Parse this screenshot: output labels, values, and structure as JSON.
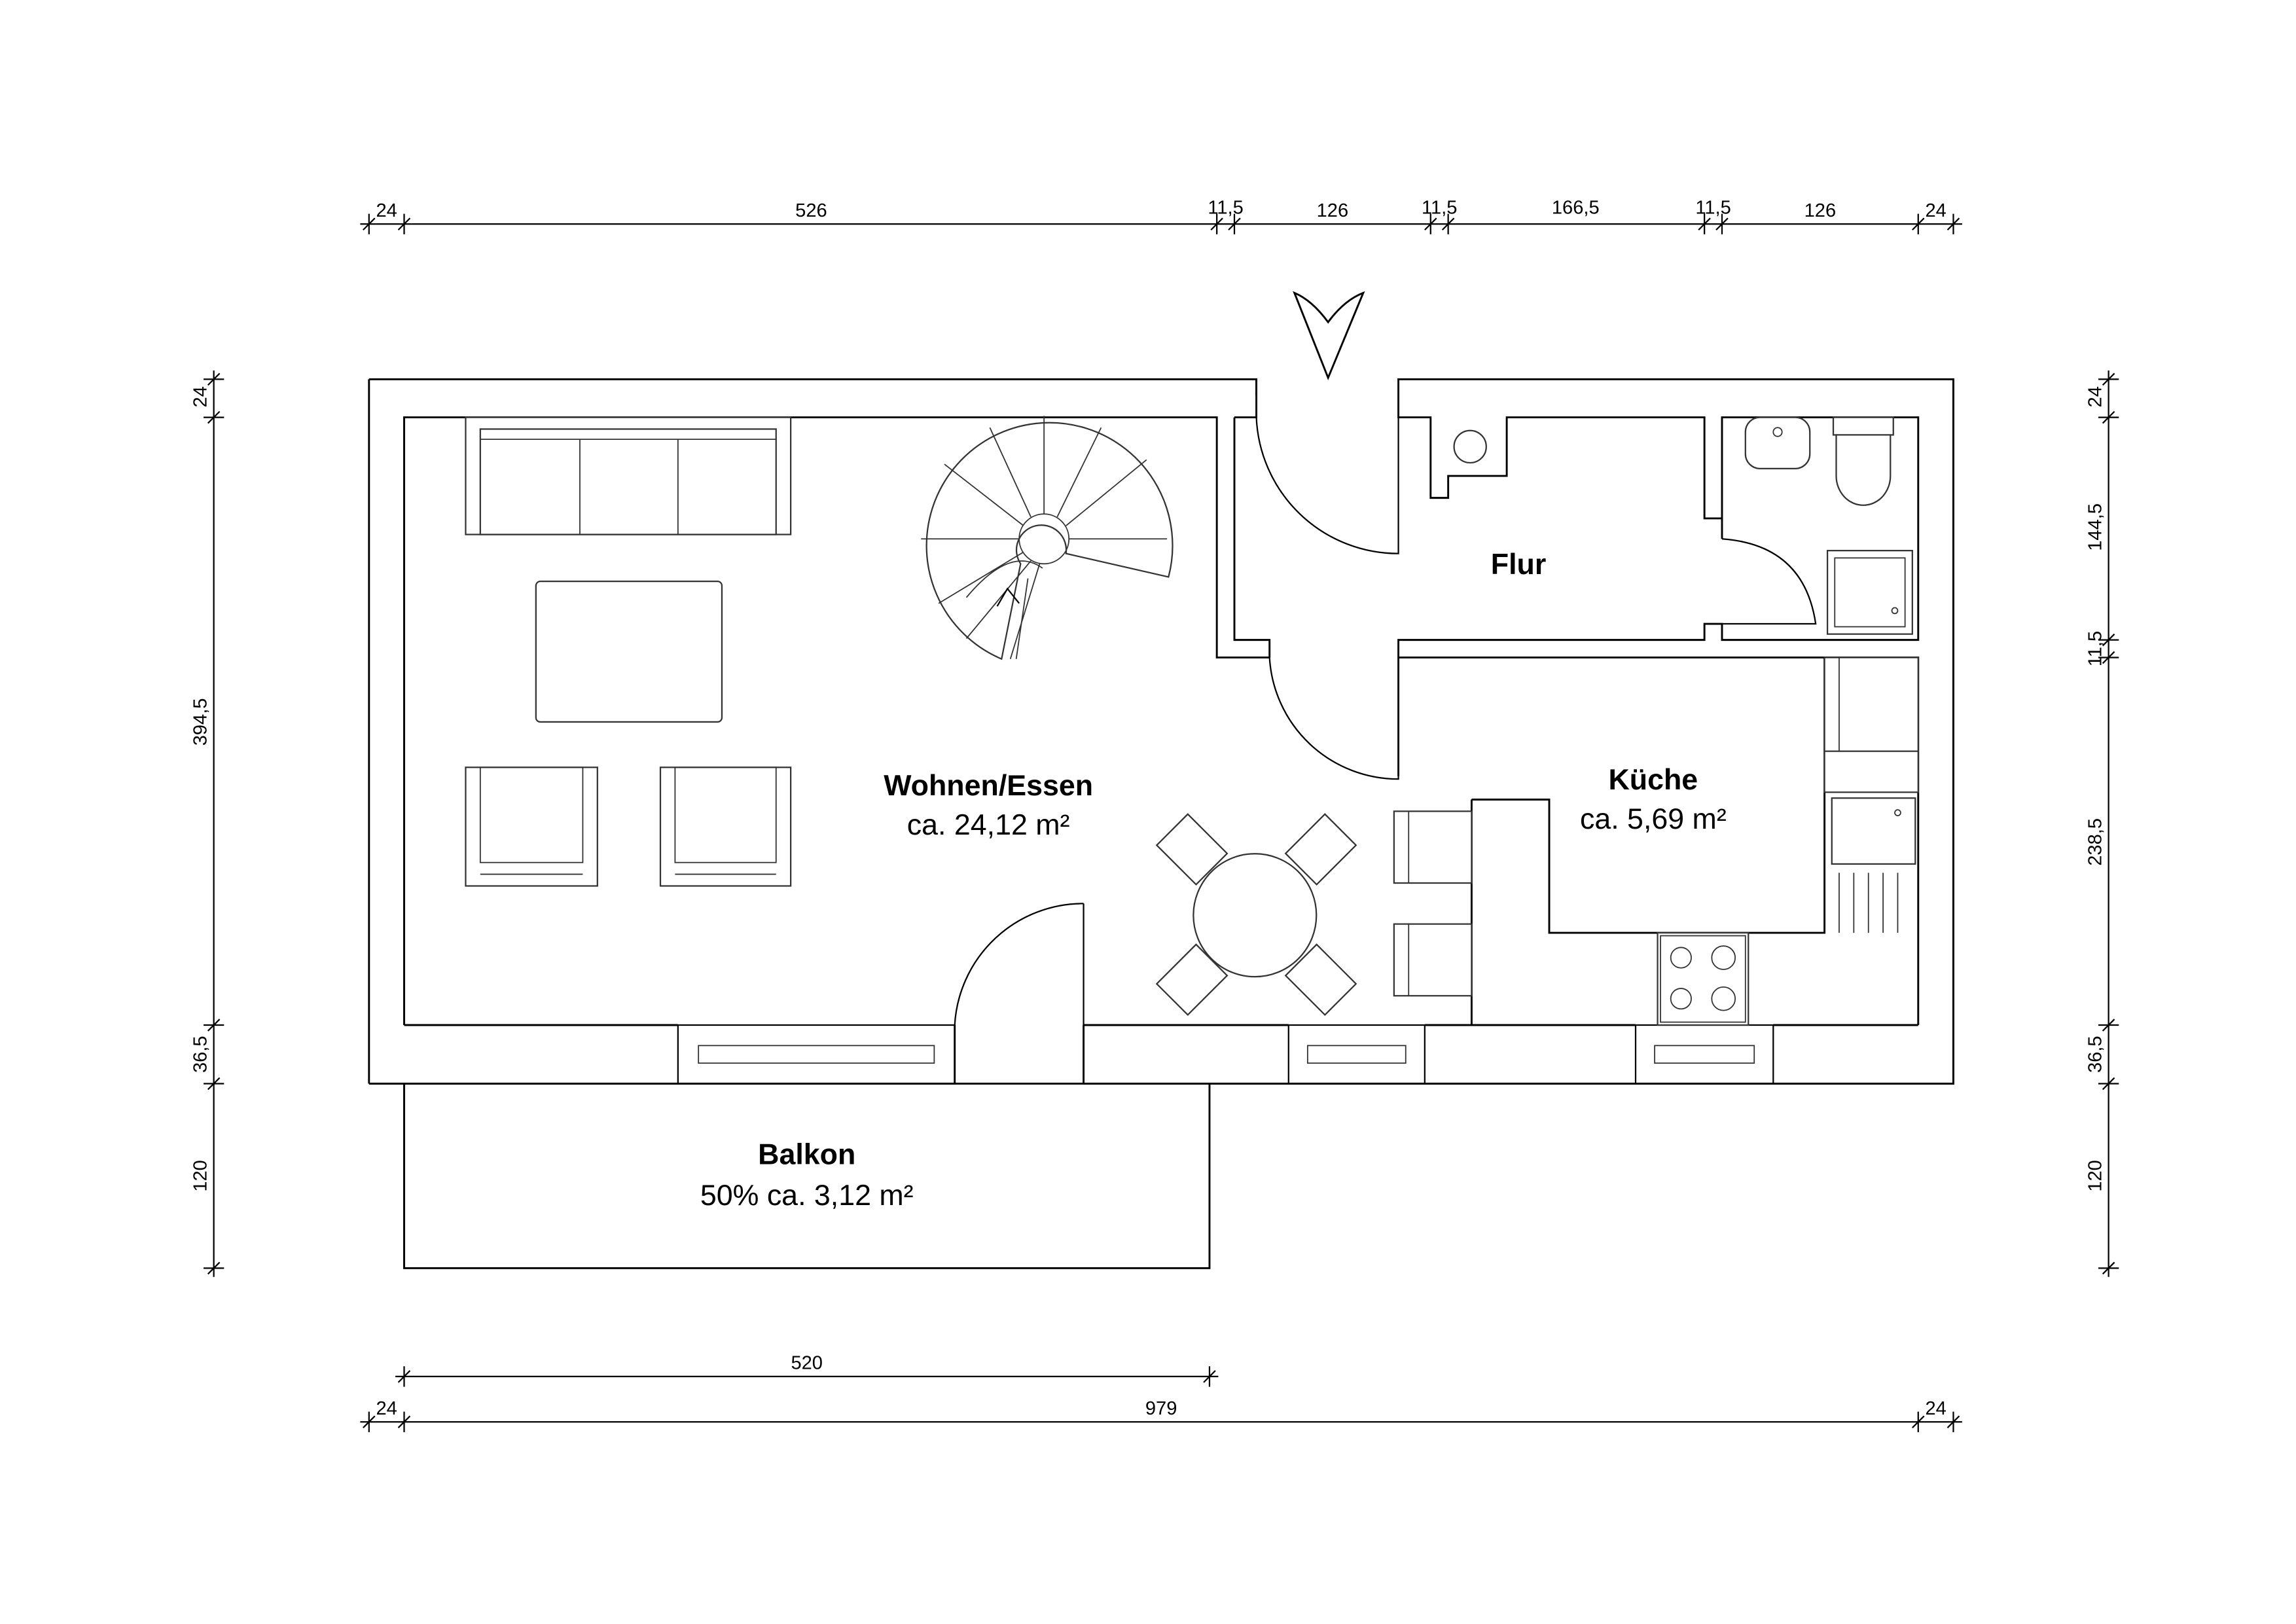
{
  "rooms": {
    "wohnen": {
      "name": "Wohnen/Essen",
      "area": "ca. 24,12 m²"
    },
    "flur": {
      "name": "Flur"
    },
    "kueche": {
      "name": "Küche",
      "area": "ca. 5,69 m²"
    },
    "balkon": {
      "name": "Balkon",
      "area": "50% ca. 3,12 m²"
    }
  },
  "dimensions": {
    "top": [
      "24",
      "526",
      "11,5",
      "126",
      "11,5",
      "166,5",
      "11,5",
      "126",
      "24"
    ],
    "bottom_inner": "520",
    "bottom_total": [
      "24",
      "979",
      "24"
    ],
    "left": [
      "24",
      "394,5",
      "36,5",
      "120"
    ],
    "right": [
      "24",
      "144,5",
      "11,5",
      "238,5",
      "36,5",
      "120"
    ]
  }
}
